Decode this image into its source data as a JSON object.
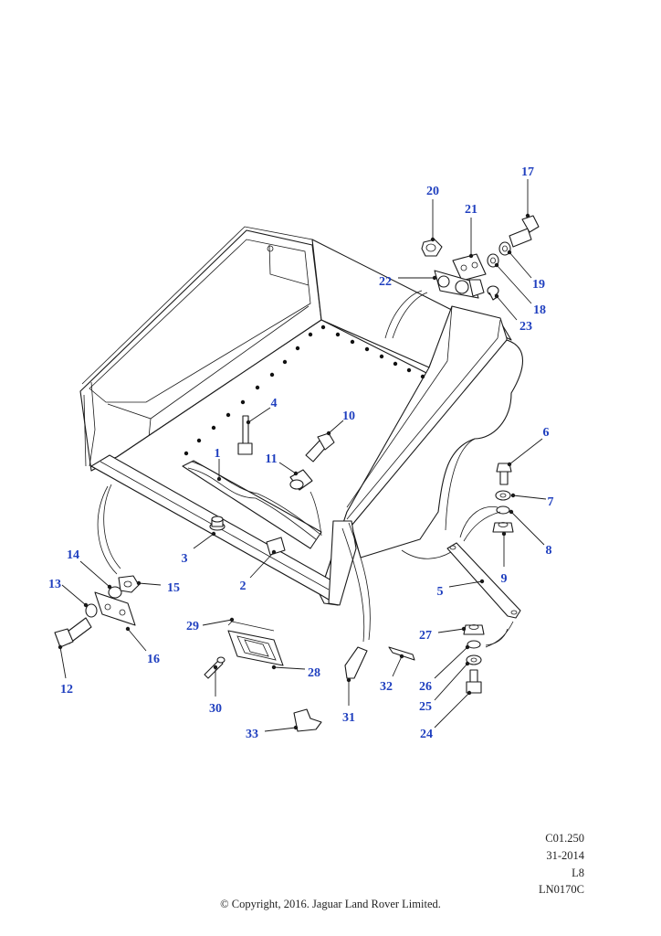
{
  "callouts": [
    {
      "n": "1"
    },
    {
      "n": "2"
    },
    {
      "n": "3"
    },
    {
      "n": "4"
    },
    {
      "n": "5"
    },
    {
      "n": "6"
    },
    {
      "n": "7"
    },
    {
      "n": "8"
    },
    {
      "n": "9"
    },
    {
      "n": "10"
    },
    {
      "n": "11"
    },
    {
      "n": "12"
    },
    {
      "n": "13"
    },
    {
      "n": "14"
    },
    {
      "n": "15"
    },
    {
      "n": "16"
    },
    {
      "n": "17"
    },
    {
      "n": "18"
    },
    {
      "n": "19"
    },
    {
      "n": "20"
    },
    {
      "n": "21"
    },
    {
      "n": "22"
    },
    {
      "n": "23"
    },
    {
      "n": "24"
    },
    {
      "n": "25"
    },
    {
      "n": "26"
    },
    {
      "n": "27"
    },
    {
      "n": "28"
    },
    {
      "n": "29"
    },
    {
      "n": "30"
    },
    {
      "n": "31"
    },
    {
      "n": "32"
    },
    {
      "n": "33"
    }
  ],
  "reference": {
    "code": "C01.250",
    "date": "31-2014",
    "level": "L8",
    "drawing": "LN0170C"
  },
  "copyright": "© Copyright, 2016. Jaguar Land Rover Limited.",
  "colors": {
    "callout": "#1f3fbf",
    "line": "#1a1a1a"
  }
}
